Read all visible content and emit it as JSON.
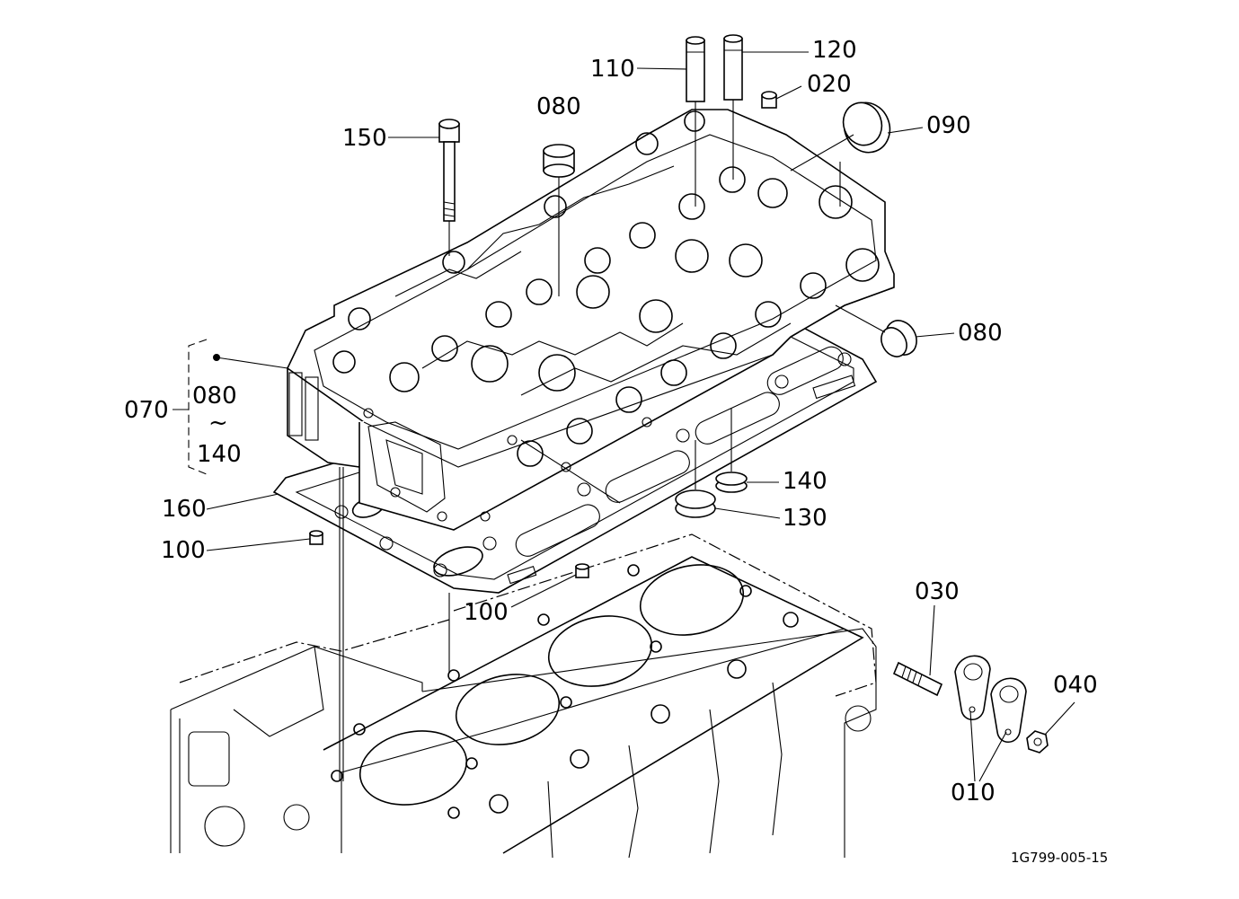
{
  "figure_code": "1G799-005-15",
  "labels": {
    "p110": "110",
    "p120": "120",
    "p020": "020",
    "p080_top": "080",
    "p090": "090",
    "p150": "150",
    "p080_right": "080",
    "p070": "070",
    "p080_group": "080",
    "tilde": "~",
    "p140_group": "140",
    "p160": "160",
    "p100_left": "100",
    "p140": "140",
    "p130": "130",
    "p100_bottom": "100",
    "p030": "030",
    "p040": "040",
    "p010": "010"
  }
}
